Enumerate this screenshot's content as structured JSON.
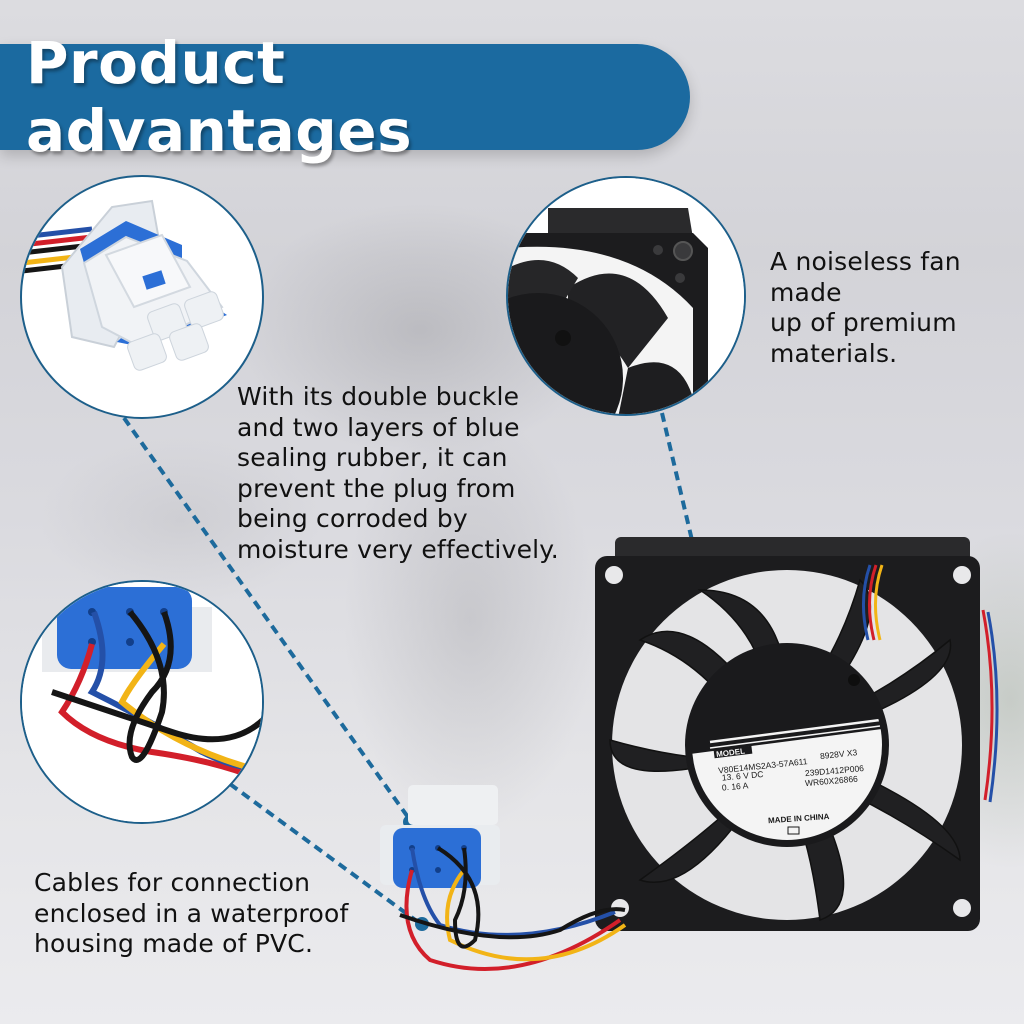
{
  "header": {
    "title": "Product advantages",
    "background_color": "#1b6aa0",
    "text_color": "#ffffff"
  },
  "callouts": {
    "fan": {
      "lines": [
        "A noiseless fan",
        "made",
        "up of premium",
        "materials."
      ]
    },
    "plug": {
      "lines": [
        "With its double buckle",
        "and two layers of blue",
        "sealing rubber, it can",
        "prevent the plug from",
        "being corroded by",
        "moisture very effectively."
      ]
    },
    "cables": {
      "lines": [
        "Cables for connection",
        "enclosed in a waterproof",
        "housing made of PVC."
      ]
    }
  },
  "fan_label": {
    "model_tag": "MODEL",
    "model_number": "V80E14MS2A3-57A611",
    "variant": "8928V X3",
    "voltage": "13. 6  V  DC",
    "current": "0. 16  A",
    "part_number_1": "239D1412P006",
    "part_number_2": "WR60X26866",
    "origin": "MADE IN CHINA"
  },
  "colors": {
    "accent_blue": "#1b6aa0",
    "circle_border": "#1d5f8a",
    "dashed_line": "#1d6a9c",
    "wire_red": "#d21f2a",
    "wire_yellow": "#f2b416",
    "wire_blue": "#2450a8",
    "wire_black": "#151515",
    "seal_blue": "#2c6fd6"
  },
  "icons": {
    "connector_detail": "connector-closeup-image",
    "fan_corner_detail": "fan-corner-closeup-image",
    "wire_detail": "wire-closeup-image",
    "fan_product": "fan-product-image",
    "manufacturer_logo": "manufacturer-logo-icon"
  }
}
